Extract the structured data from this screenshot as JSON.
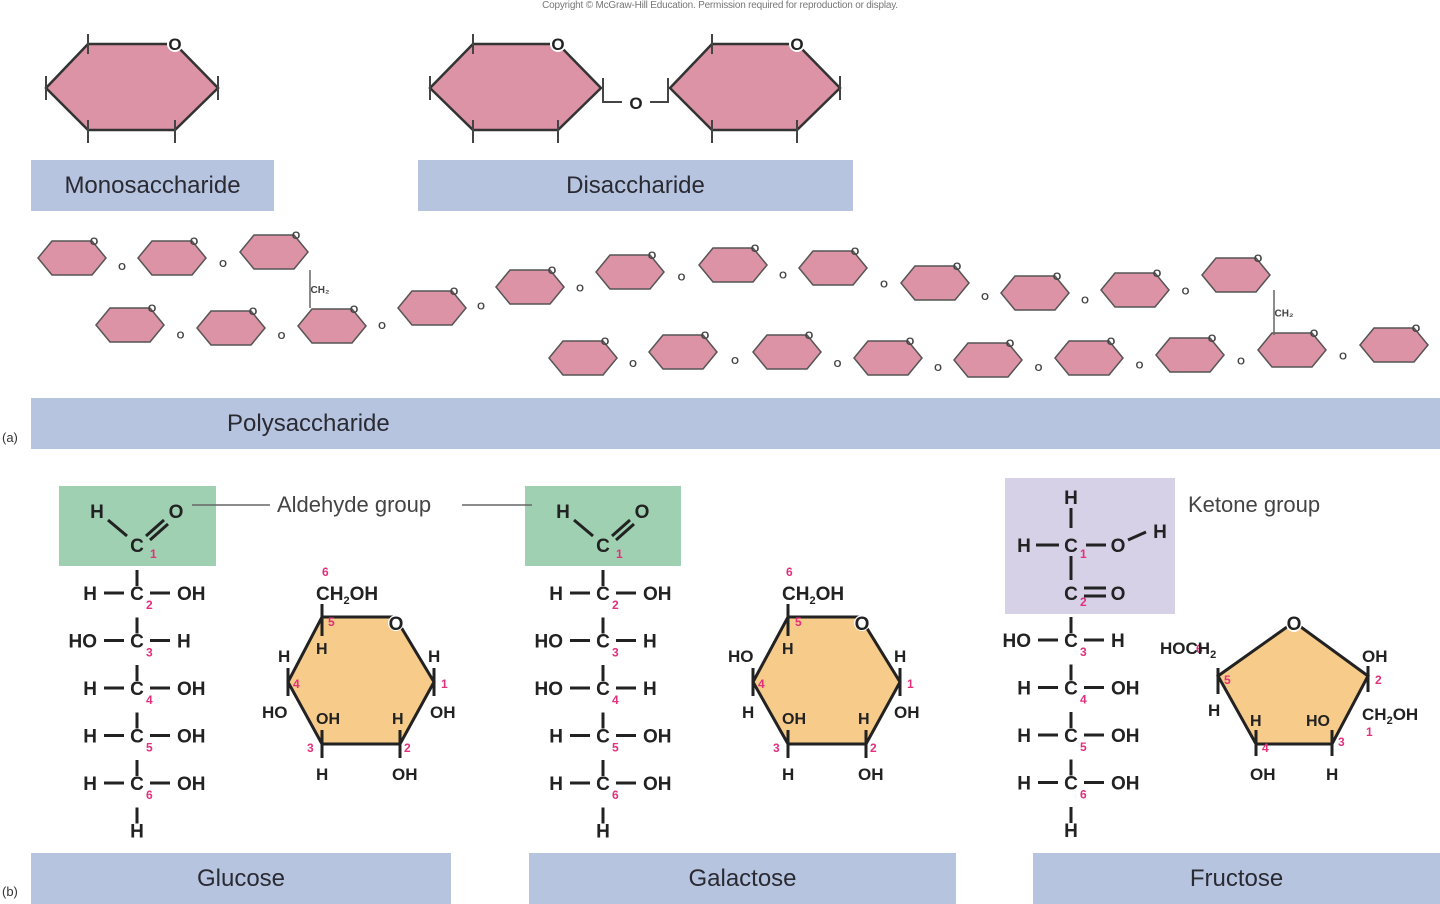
{
  "copyright": "Copyright © McGraw-Hill Education. Permission required for reproduction or display.",
  "panel_a": {
    "letter": "(a)",
    "monosaccharide": {
      "label": "Monosaccharide",
      "ring_atom": "O"
    },
    "disaccharide": {
      "label": "Disaccharide",
      "ring_atom": "O",
      "link_atom": "O"
    },
    "polysaccharide": {
      "label": "Polysaccharide",
      "branch_group": "CH₂",
      "link_atom": "O"
    }
  },
  "panel_b": {
    "letter": "(b)",
    "aldehyde_label": "Aldehyde group",
    "ketone_label": "Ketone group",
    "colors": {
      "aldehyde_box": "#9fd0b1",
      "ketone_box": "#d6d1e6",
      "ring_fill": "#f7cb8a",
      "carbon_number": "#e3307c",
      "label_bar": "#b7c4e0",
      "sugar_ring": "#dc93a6"
    },
    "glucose": {
      "name": "Glucose",
      "chain": [
        {
          "left": "H",
          "right": "OH",
          "num": "2"
        },
        {
          "left": "HO",
          "right": "H",
          "num": "3"
        },
        {
          "left": "H",
          "right": "OH",
          "num": "4"
        },
        {
          "left": "H",
          "right": "OH",
          "num": "5"
        },
        {
          "left": "H",
          "right": "OH",
          "num": "6"
        }
      ]
    },
    "galactose": {
      "name": "Galactose",
      "chain": [
        {
          "left": "H",
          "right": "OH",
          "num": "2"
        },
        {
          "left": "HO",
          "right": "H",
          "num": "3"
        },
        {
          "left": "HO",
          "right": "H",
          "num": "4"
        },
        {
          "left": "H",
          "right": "OH",
          "num": "5"
        },
        {
          "left": "H",
          "right": "OH",
          "num": "6"
        }
      ]
    },
    "fructose": {
      "name": "Fructose",
      "chain": [
        {
          "left": "HO",
          "right": "H",
          "num": "3"
        },
        {
          "left": "H",
          "right": "OH",
          "num": "4"
        },
        {
          "left": "H",
          "right": "OH",
          "num": "5"
        },
        {
          "left": "H",
          "right": "OH",
          "num": "6"
        }
      ]
    }
  }
}
